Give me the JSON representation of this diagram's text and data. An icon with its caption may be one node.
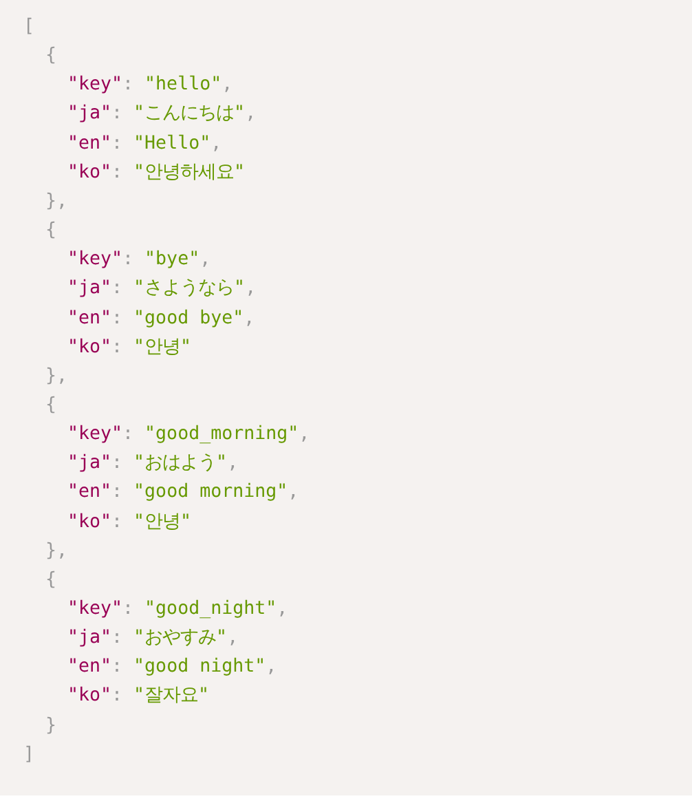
{
  "diagram": {
    "labels": [
      "[",
      "{",
      "\"key\": \"hello\",",
      "\"ja\": \"こんにちは\",",
      "\"en\": \"Hello\",",
      "\"ko\": \"안녕하세요\"",
      "},",
      "{",
      "\"key\": \"bye\",",
      "\"ja\": \"さようなら\",",
      "\"en\": \"good bye\",",
      "\"ko\": \"안녕\"",
      "},",
      "{",
      "\"key\": \"good_morning\",",
      "\"ja\": \"おはよう\",",
      "\"en\": \"good morning\",",
      "\"ko\": \"안녕\"",
      "},",
      "{",
      "\"key\": \"good_night\",",
      "\"ja\": \"おやすみ\",",
      "\"en\": \"good night\",",
      "\"ko\": \"잘자요\"",
      "}",
      "]"
    ]
  }
}
